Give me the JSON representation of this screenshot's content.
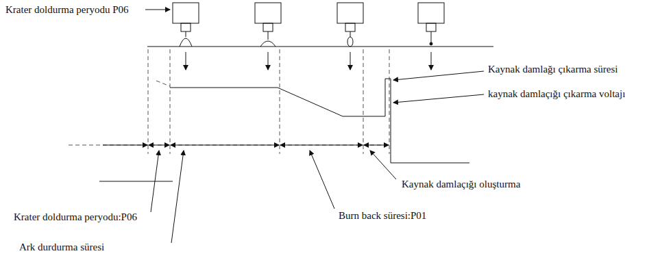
{
  "diagram": {
    "labels": [
      "Krater doldurma peryodu P06",
      "Kaynak damlağı çıkarma süresi",
      "kaynak damlaçığı çıkarma voltajı",
      "Kaynak damlaçığı oluşturma",
      "Krater doldurma peryodu:P06",
      "Burn back süresi:P01",
      "Ark durdurma süresi"
    ]
  }
}
